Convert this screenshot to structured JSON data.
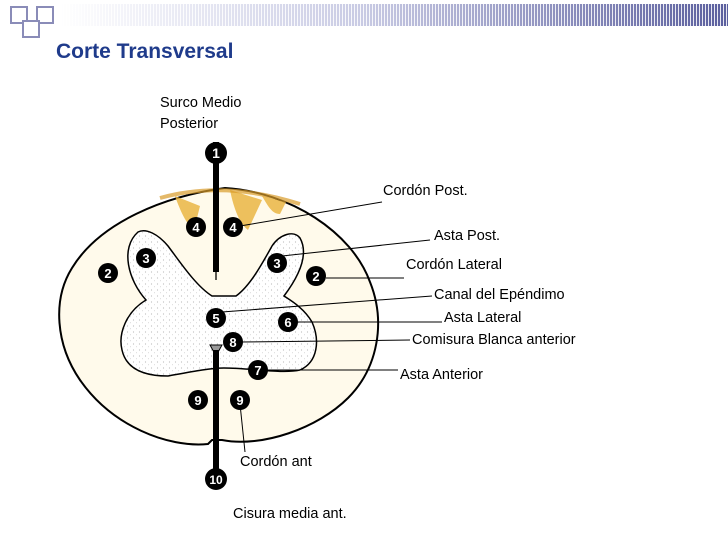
{
  "colors": {
    "title": "#1f3b8b",
    "tissue": "#fffaeb",
    "outline": "#000000",
    "markers": "#000000",
    "dorsal_highlight": "#e8b23a",
    "header_accent": "#5b5f9e"
  },
  "title": "Corte Transversal",
  "numbers": {
    "n1": "1",
    "n2": "2",
    "n3": "3",
    "n4": "4",
    "n5": "5",
    "n6": "6",
    "n7": "7",
    "n8": "8",
    "n9": "9",
    "n10": "10"
  },
  "labels": {
    "surco_medio_line1": "Surco Medio",
    "surco_medio_line2": "Posterior",
    "cordon_post": "Cordón Post.",
    "asta_post": "Asta Post.",
    "cordon_lateral": "Cordón Lateral",
    "canal_ependimo": "Canal del Epéndimo",
    "asta_lateral": "Asta Lateral",
    "comisura": "Comisura Blanca anterior",
    "asta_anterior": "Asta Anterior",
    "cordon_ant": "Cordón ant",
    "cisura": "Cisura media ant."
  }
}
